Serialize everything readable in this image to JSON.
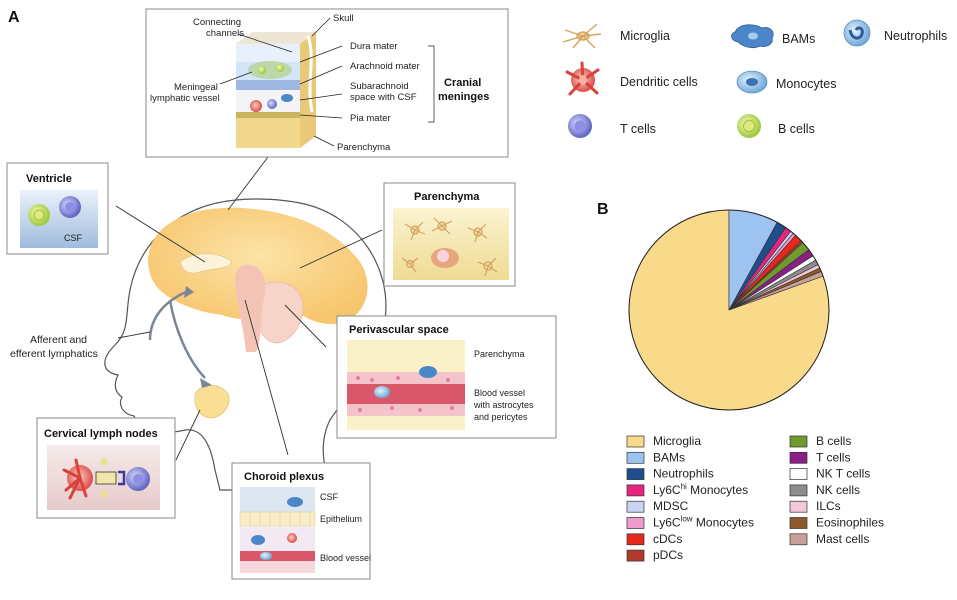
{
  "panel_a": {
    "label": "A",
    "meninges_box": {
      "labels": {
        "connecting": "Connecting",
        "channels": "channels",
        "skull": "Skull",
        "dura": "Dura mater",
        "arachnoid": "Arachnoid mater",
        "subarachnoid1": "Subarachnoid",
        "subarachnoid2": "space with CSF",
        "pia": "Pia mater",
        "parenchyma": "Parenchyma",
        "meningeal1": "Meningeal",
        "meningeal2": "lymphatic vessel",
        "cranial": "Cranial",
        "meninges": "meninges"
      }
    },
    "ventricle_box": {
      "title": "Ventricle",
      "csf": "CSF"
    },
    "parenchyma_box": {
      "title": "Parenchyma"
    },
    "perivascular_box": {
      "title": "Perivascular space",
      "parenchyma": "Parenchyma",
      "vessel1": "Blood vessel",
      "vessel2": "with astrocytes",
      "vessel3": "and pericytes"
    },
    "lymph_box": {
      "title": "Cervical lymph nodes"
    },
    "choroid_box": {
      "title": "Choroid plexus",
      "csf": "CSF",
      "epithelium": "Epithelium",
      "vessel": "Blood vessel"
    },
    "lymphatics_label": {
      "line1": "Afferent and",
      "line2": "efferent lymphatics"
    }
  },
  "cell_legend": [
    {
      "label": "Microglia",
      "icon": "microglia-icon"
    },
    {
      "label": "BAMs",
      "icon": "bam-icon"
    },
    {
      "label": "Neutrophils",
      "icon": "neutrophil-icon"
    },
    {
      "label": "Dendritic cells",
      "icon": "dendritic-cell-icon"
    },
    {
      "label": "Monocytes",
      "icon": "monocyte-icon"
    },
    {
      "label": "T cells",
      "icon": "t-cell-icon"
    },
    {
      "label": "B cells",
      "icon": "b-cell-icon"
    }
  ],
  "panel_b": {
    "label": "B",
    "legend_col1": [
      {
        "name": "Microglia",
        "color": "#F9D98A"
      },
      {
        "name": "BAMs",
        "color": "#9DC3F0"
      },
      {
        "name": "Neutrophils",
        "color": "#1F4E8C"
      },
      {
        "name_main": "Ly6C",
        "name_sup": "hi",
        "name_rest": " Monocytes",
        "color": "#E8257E"
      },
      {
        "name": "MDSC",
        "color": "#C9D4F2"
      },
      {
        "name_main": "Ly6C",
        "name_sup": "low",
        "name_rest": " Monocytes",
        "color": "#F09ACD"
      },
      {
        "name": "cDCs",
        "color": "#E8281E"
      },
      {
        "name": "pDCs",
        "color": "#B23A2C"
      }
    ],
    "legend_col2": [
      {
        "name": "B cells",
        "color": "#6E9A2E"
      },
      {
        "name": "T cells",
        "color": "#8A1F86"
      },
      {
        "name": "NK T cells",
        "color": "#FFFFFF"
      },
      {
        "name": "NK cells",
        "color": "#8C8C8C"
      },
      {
        "name": "ILCs",
        "color": "#F2C7DA"
      },
      {
        "name": "Eosinophiles",
        "color": "#8B5A2B"
      },
      {
        "name": "Mast cells",
        "color": "#C8A098"
      }
    ]
  },
  "chart_data": {
    "type": "pie",
    "slices": [
      {
        "label": "Microglia",
        "value": 80.5,
        "color": "#F9D98A"
      },
      {
        "label": "BAMs",
        "value": 8.0,
        "color": "#9DC3F0"
      },
      {
        "label": "Neutrophils",
        "value": 1.6,
        "color": "#1F4E8C"
      },
      {
        "label": "Ly6Chi Monocytes",
        "value": 1.0,
        "color": "#E8257E"
      },
      {
        "label": "MDSC",
        "value": 0.5,
        "color": "#C9D4F2"
      },
      {
        "label": "Ly6Clow Monocytes",
        "value": 0.5,
        "color": "#F09ACD"
      },
      {
        "label": "cDCs",
        "value": 1.2,
        "color": "#E8281E"
      },
      {
        "label": "pDCs",
        "value": 0.4,
        "color": "#B23A2C"
      },
      {
        "label": "B cells",
        "value": 1.5,
        "color": "#6E9A2E"
      },
      {
        "label": "T cells",
        "value": 1.2,
        "color": "#8A1F86"
      },
      {
        "label": "NK T cells",
        "value": 0.8,
        "color": "#FFFFFF"
      },
      {
        "label": "NK cells",
        "value": 0.8,
        "color": "#8C8C8C"
      },
      {
        "label": "ILCs",
        "value": 0.6,
        "color": "#F2C7DA"
      },
      {
        "label": "Eosinophiles",
        "value": 0.6,
        "color": "#8B5A2B"
      },
      {
        "label": "Mast cells",
        "value": 0.8,
        "color": "#C8A098"
      }
    ]
  }
}
